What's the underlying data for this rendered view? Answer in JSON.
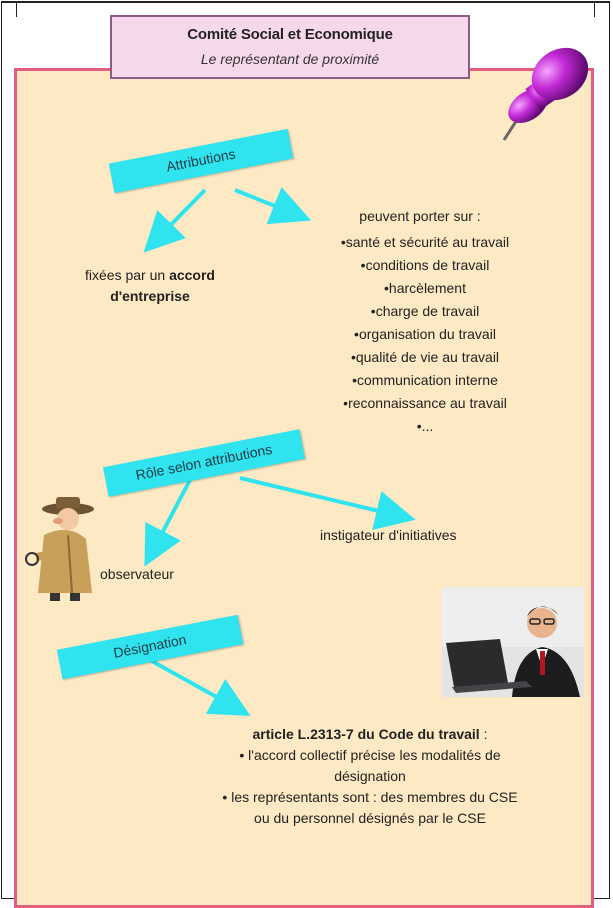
{
  "header": {
    "title": "Comité Social et Economique",
    "subtitle": "Le représentant de proximité"
  },
  "sections": {
    "attributions": {
      "label": "Attributions",
      "left_text_pre": "fixées par un ",
      "left_text_bold": "accord",
      "left_text_line2": "d'entreprise",
      "right_intro": "peuvent porter sur :",
      "items": [
        "santé et sécurité au travail",
        "conditions de travail",
        "harcèlement",
        "charge de travail",
        "organisation du travail",
        "qualité de vie au travail",
        "communication interne",
        "reconnaissance au travail",
        "..."
      ]
    },
    "role": {
      "label": "Rôle selon attributions",
      "left": "observateur",
      "right": "instigateur d'initiatives"
    },
    "designation": {
      "label": "Désignation",
      "article": "article L.2313-7 du Code du travail",
      "article_suffix": " :",
      "points": [
        "l'accord collectif précise les modalités de",
        "désignation",
        "les représentants sont : des membres du CSE",
        "ou du personnel désignés par le CSE"
      ]
    }
  },
  "colors": {
    "tag_bg": "#2fe4ee",
    "panel_bg": "#fde9c4",
    "panel_border": "#e25d7e",
    "banner_bg": "#f6d8ec",
    "pin": "#b21fc4"
  },
  "icons": {
    "pin": "push-pin-icon",
    "detective": "detective-icon",
    "laptop_person": "office-worker-laptop-icon"
  }
}
